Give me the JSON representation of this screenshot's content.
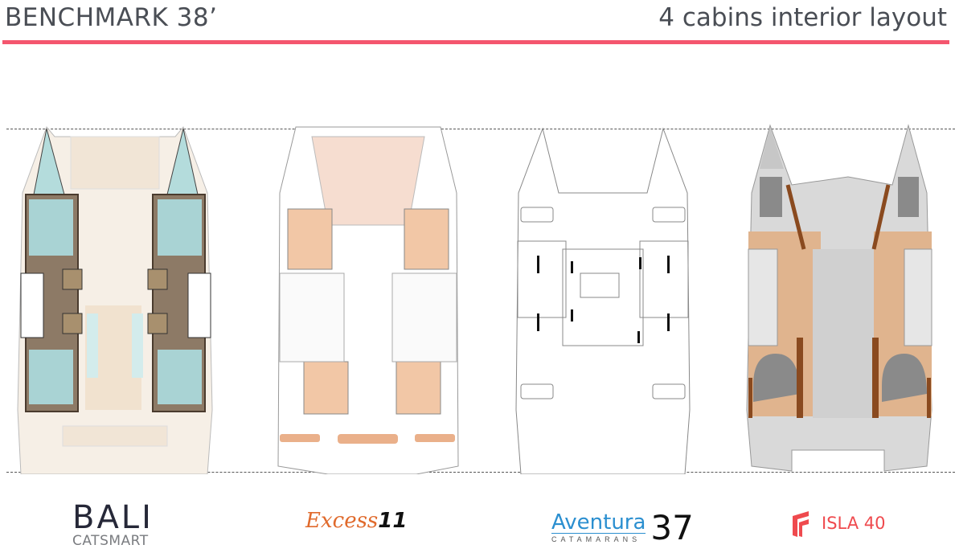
{
  "header": {
    "title": "BENCHMARK 38’",
    "subtitle": "4 cabins interior layout",
    "accent_color": "#f4566e",
    "text_color": "#4a4e55"
  },
  "plans": [
    {
      "id": "bali",
      "name": "Bali Catsmart",
      "style": "colored",
      "colors": {
        "cabin_floor": "#8d7a66",
        "bed": "#a9d3d4",
        "deck": "#f4ece2"
      }
    },
    {
      "id": "excess",
      "name": "Excess 11",
      "style": "colored",
      "colors": {
        "cabin_floor": "#f2c7a6",
        "deck": "#ffffff"
      }
    },
    {
      "id": "aventura",
      "name": "Aventura 37",
      "style": "line-drawing",
      "colors": {
        "line": "#777777"
      }
    },
    {
      "id": "isla",
      "name": "Isla 40",
      "style": "colored",
      "colors": {
        "hull": "#d9d9d9",
        "cabin_floor": "#e0b48e",
        "bed": "#8a8a8a",
        "wood": "#8a4a1f"
      }
    }
  ],
  "logos": {
    "bali": {
      "main": "BALI",
      "sub": "CATSMART"
    },
    "excess": {
      "main": "Excess",
      "num": "11"
    },
    "aventura": {
      "main": "Aventura",
      "sub": "CATAMARANS",
      "num": "37"
    },
    "isla": {
      "main": "ISLA 40"
    }
  }
}
